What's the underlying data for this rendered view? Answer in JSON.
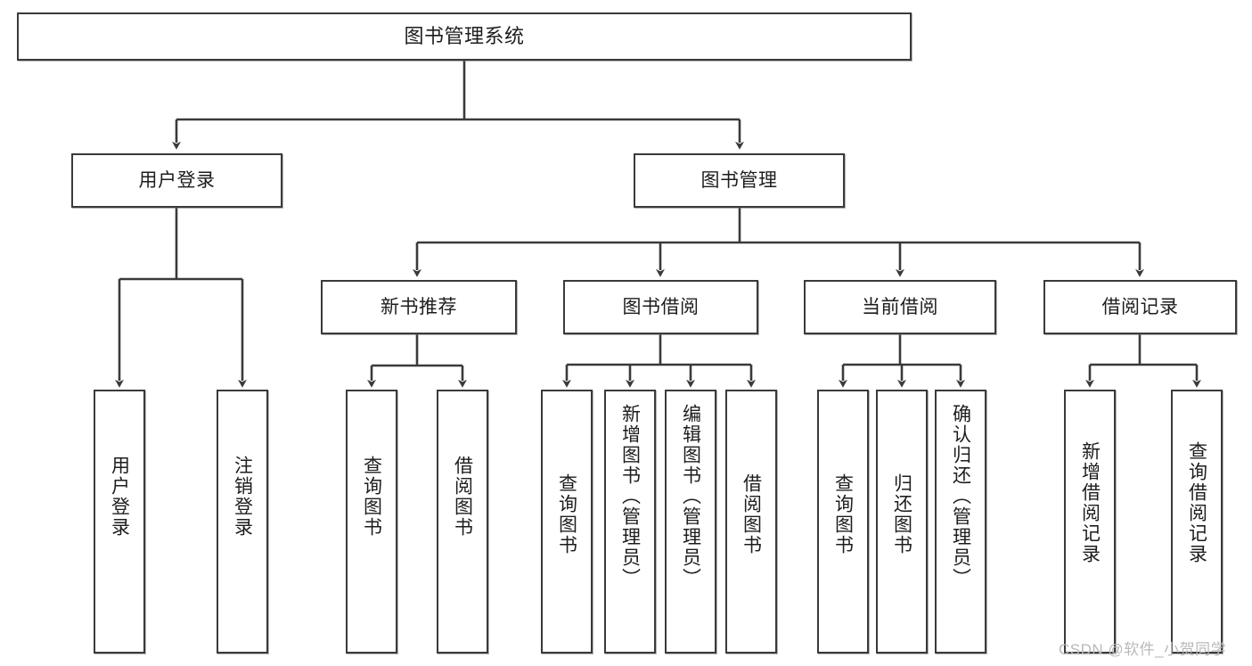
{
  "diagram": {
    "title": "图书管理系统",
    "type": "tree-hierarchy-chart",
    "colors": {
      "box_border": "#3a3a3a",
      "box_fill": "#ffffff",
      "connector": "#3a3a3a",
      "watermark": "#b9b9b9",
      "background": "#ffffff"
    },
    "root": {
      "label": "图书管理系统"
    },
    "level2": [
      {
        "label": "用户登录"
      },
      {
        "label": "图书管理"
      }
    ],
    "level3": [
      {
        "label": "新书推荐"
      },
      {
        "label": "图书借阅"
      },
      {
        "label": "当前借阅"
      },
      {
        "label": "借阅记录"
      }
    ],
    "leaves": {
      "user_login": [
        {
          "label": "用户登录"
        },
        {
          "label": "注销登录"
        }
      ],
      "new_book_recommend": [
        {
          "label": "查询图书"
        },
        {
          "label": "借阅图书"
        }
      ],
      "book_borrow": [
        {
          "label": "查询图书"
        },
        {
          "label": "新增图书（管理员）"
        },
        {
          "label": "编辑图书（管理员）"
        },
        {
          "label": "借阅图书"
        }
      ],
      "current_borrow": [
        {
          "label": "查询图书"
        },
        {
          "label": "归还图书"
        },
        {
          "label": "确认归还（管理员）"
        }
      ],
      "borrow_record": [
        {
          "label": "新增借阅记录"
        },
        {
          "label": "查询借阅记录"
        }
      ]
    },
    "watermark": "CSDN @软件_小贺同学"
  }
}
